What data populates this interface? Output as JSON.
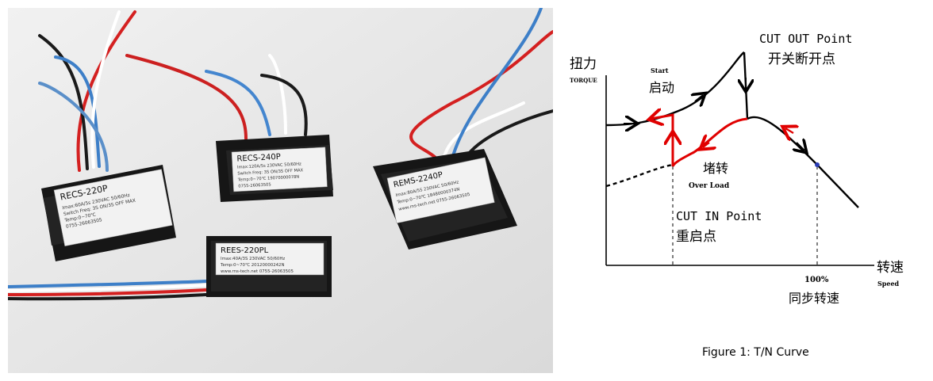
{
  "products": [
    {
      "model": "RECS-220P",
      "specs": [
        "Imax:60A/5s 230VAC 50/60Hz",
        "Switch Freq: 3S ON/3S OFF MAX",
        "Temp:0~70℃",
        "0755-26063505"
      ]
    },
    {
      "model": "RECS-240P",
      "specs": [
        "Imax:120A/5s 230VAC 50/60Hz",
        "Switch Freq: 3S ON/3S OFF MAX",
        "Temp:0~70℃  19070000078N",
        "0755-26063505"
      ]
    },
    {
      "model": "REMS-2240P",
      "specs": [
        "Imax:80A/5S 230VAC 50/60Hz",
        "Temp:0~70℃  18480000374N",
        "www.rns-tech.net  0755-26063505"
      ]
    },
    {
      "model": "REES-220PL",
      "specs": [
        "Imax:40A/3S 230VAC 50/60Hz",
        "Temp:0~70℃  20120000242N",
        "www.rns-tech.net  0755-26063505"
      ]
    }
  ],
  "figure": {
    "caption": "Figure 1: T/N Curve",
    "y_axis_cn": "扭力",
    "y_axis_en": "TORQUE",
    "x_axis_cn": "转速",
    "x_axis_en": "Speed",
    "start_en": "Start",
    "start_cn": "启动",
    "cut_out_en": "CUT OUT Point",
    "cut_out_cn": "开关断开点",
    "overload_cn": "堵转",
    "overload_en": "Over Load",
    "cut_in_en": "CUT IN Point",
    "cut_in_cn": "重启点",
    "sync_pct": "100%",
    "sync_cn": "同步转速"
  },
  "colors": {
    "highlight": "#e00000",
    "curve": "#000000",
    "marker": "#2a3db5"
  }
}
